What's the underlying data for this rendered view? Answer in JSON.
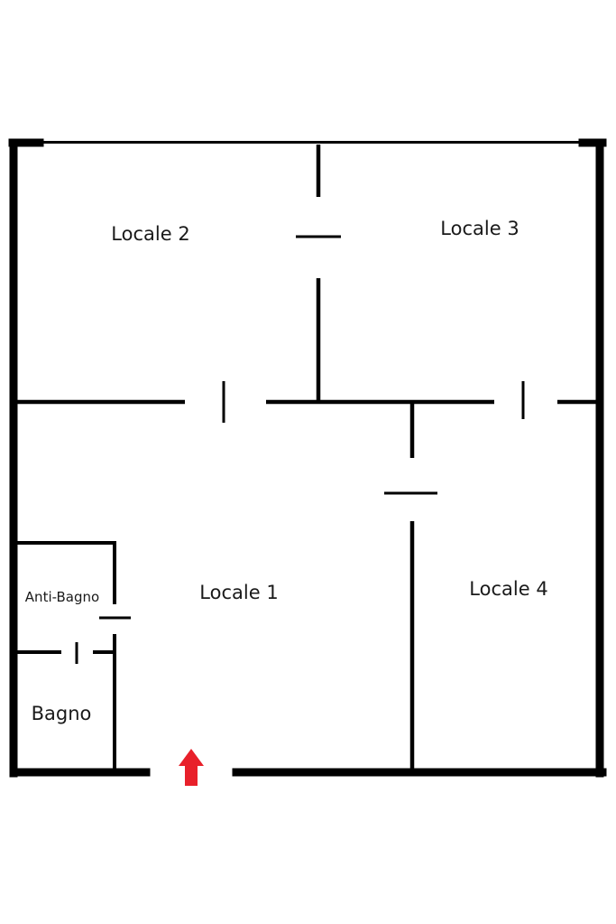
{
  "rooms": {
    "locale_1": "Locale 1",
    "locale_2": "Locale 2",
    "locale_3": "Locale 3",
    "locale_4": "Locale 4",
    "anti_bagno": "Anti-Bagno",
    "bagno": "Bagno"
  },
  "entrance": {
    "icon": "up-arrow-icon",
    "color": "#e8202a"
  },
  "colors": {
    "walls": "#000000",
    "background": "#ffffff",
    "labels": "#1a1a1a"
  }
}
